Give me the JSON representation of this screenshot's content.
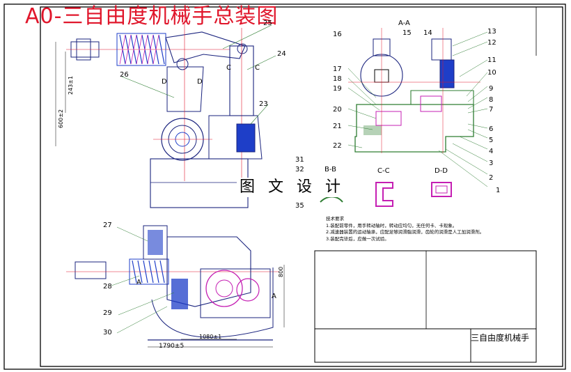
{
  "title": "A0-三自由度机械手总装图",
  "watermark": "图 文 设 计",
  "section_labels": {
    "aa": "A-A",
    "bb": "B-B",
    "cc": "C-C",
    "dd": "D-D",
    "a1": "A",
    "a2": "A",
    "c1": "C",
    "c2": "C",
    "d1": "D",
    "d2": "D"
  },
  "part_numbers": {
    "p1": "1",
    "p2": "2",
    "p3": "3",
    "p4": "4",
    "p5": "5",
    "p6": "6",
    "p7": "7",
    "p8": "8",
    "p9": "9",
    "p10": "10",
    "p11": "11",
    "p12": "12",
    "p13": "13",
    "p14": "14",
    "p15": "15",
    "p16": "16",
    "p17": "17",
    "p18": "18",
    "p19": "19",
    "p20": "20",
    "p21": "21",
    "p22": "22",
    "p23": "23",
    "p24": "24",
    "p25": "25",
    "p26": "26",
    "p27": "27",
    "p28": "28",
    "p29": "29",
    "p30": "30",
    "p31": "31",
    "p32": "32",
    "p35": "35"
  },
  "dimensions": {
    "d1790": "1790±5",
    "d1080": "1080±1",
    "d800": "800",
    "d600": "600±2",
    "d243": "243±1"
  },
  "tech_notes": {
    "heading": "技术要求",
    "line1": "1.装配前零件，用手转动轴时，转动应均匀，无任何卡、卡现象。",
    "line2": "2.减速器装置的运动轴承，应配足够润滑脂润滑，齿轮的润滑是人工加润滑剂。",
    "line3": "3.装配完毕后，应做一次试验。"
  },
  "title_block": {
    "name": "三自由度机械手"
  },
  "colors": {
    "title": "#e0162b",
    "outline": "#1a237e",
    "centerline": "#e0162b",
    "leader": "#2e7d32",
    "green_body": "#2e7d32",
    "blue_part": "#1e3ec8",
    "magenta": "#c51fb3"
  }
}
